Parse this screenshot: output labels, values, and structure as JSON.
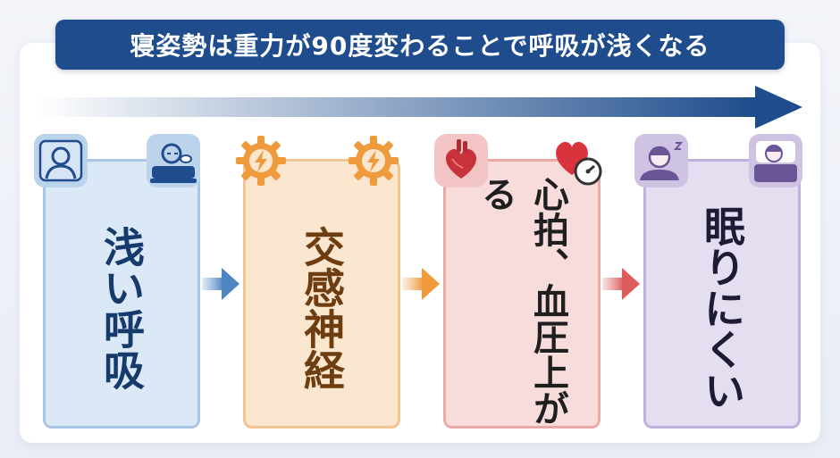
{
  "title": "寝姿勢は重力が90度変わることで呼吸が浅くなる",
  "steps": [
    {
      "label": "浅い呼吸",
      "color": "#aac6e6"
    },
    {
      "label": "交感神経",
      "color": "#f0c493"
    },
    {
      "label": "心拍、血圧上がる",
      "color": "#e9a9a9"
    },
    {
      "label": "眠りにくい",
      "color": "#bfb1da"
    }
  ],
  "icons": {
    "step1_left": "person-lying-icon",
    "step1_right": "sleeping-person-icon",
    "step2_left": "gear-lightning-icon",
    "step2_right": "gear-lightning-icon",
    "step3_left": "heart-organ-icon",
    "step3_right": "heart-gauge-icon",
    "step4_left": "sleepless-person-icon",
    "step4_right": "sleeping-person-icon"
  },
  "colors": {
    "banner": "#1e4c8c",
    "timeline": "#1e4c8c"
  }
}
